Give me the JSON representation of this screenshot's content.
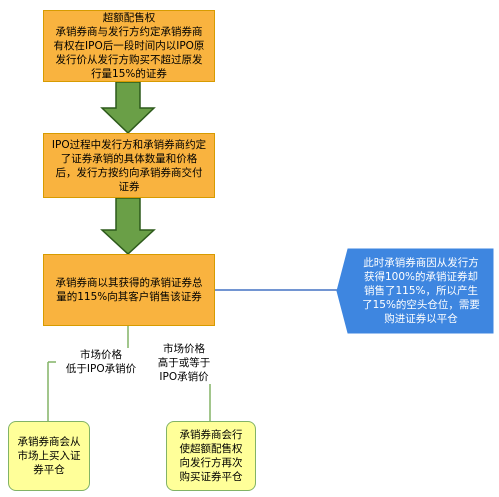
{
  "diagram": {
    "nodes": {
      "box1": {
        "title": "超额配售权",
        "text": "承销券商与发行方约定承销券商\n有权在IPO后一段时间内以IPO原\n发行价从发行方购买不超过原发\n行量15%的证券"
      },
      "box2": {
        "text": "IPO过程中发行方和承销券商约定\n了证券承销的具体数量和价格\n后，发行方按约向承销券商交付\n证券"
      },
      "box3": {
        "text": "承销券商以其获得的承销证券总\n量的115%向其客户销售该证券"
      },
      "note": {
        "text": "此时承销券商因从发行方\n获得100%的承销证券却\n销售了115%，所以产生\n了15%的空头仓位，需要\n购进证券以平仓"
      },
      "left_leaf": {
        "text": "承销券商会从\n市场上买入证\n券平仓"
      },
      "right_leaf": {
        "text": "承销券商会行\n使超额配售权\n向发行方再次\n购买证券平仓"
      }
    },
    "edge_labels": {
      "left": "市场价格\n低于IPO承销价",
      "right": "市场价格\n高于或等于\nIPO承销价"
    },
    "colors": {
      "orange_fill": "#f9b33f",
      "orange_stroke": "#d79b00",
      "arrow_fill": "#6a9f47",
      "arrow_stroke": "#2d5a1b",
      "note_fill": "#3e86e0",
      "leaf_fill": "#ffff99",
      "leaf_stroke": "#82b366",
      "line": "#4472c4",
      "tree_line": "#82b366"
    }
  }
}
